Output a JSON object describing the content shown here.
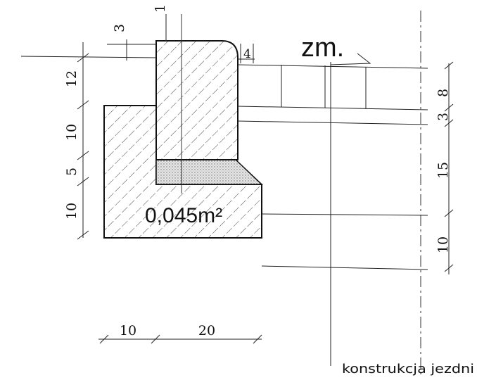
{
  "drawing": {
    "area_label": "0,045m²",
    "zm_label": "zm.",
    "caption": "konstrukcja jezdni",
    "dims_left": [
      "12",
      "10",
      "5",
      "10"
    ],
    "dims_top": [
      "3",
      "1",
      "4"
    ],
    "dims_bottom": [
      "10",
      "20"
    ],
    "dims_right": [
      "8",
      "3",
      "15",
      "10"
    ]
  }
}
